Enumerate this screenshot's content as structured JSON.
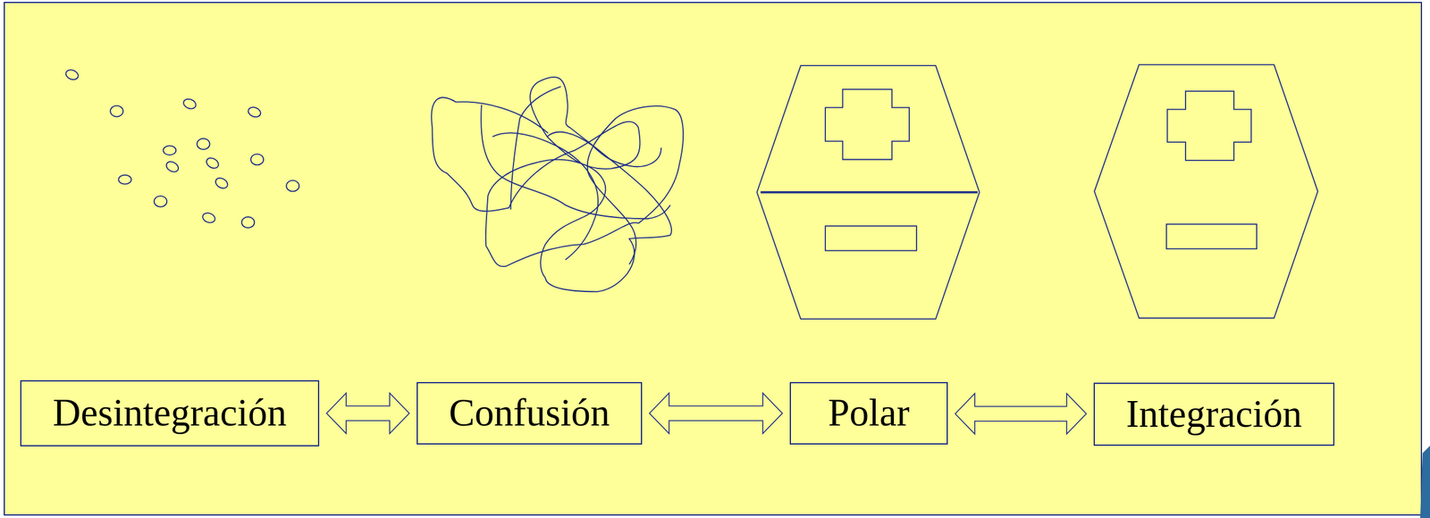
{
  "diagram": {
    "nodes": [
      {
        "text": [
          "Desintegración"
        ]
      },
      {
        "text": [
          "Confusión"
        ]
      },
      {
        "text": [
          "Polar"
        ]
      },
      {
        "text": [
          "Integración"
        ]
      }
    ],
    "edges": [
      {
        "from": 0,
        "to": 1,
        "arrow": "both"
      },
      {
        "from": 1,
        "to": 2,
        "arrow": "both"
      },
      {
        "from": 2,
        "to": 3,
        "arrow": "both"
      }
    ]
  }
}
